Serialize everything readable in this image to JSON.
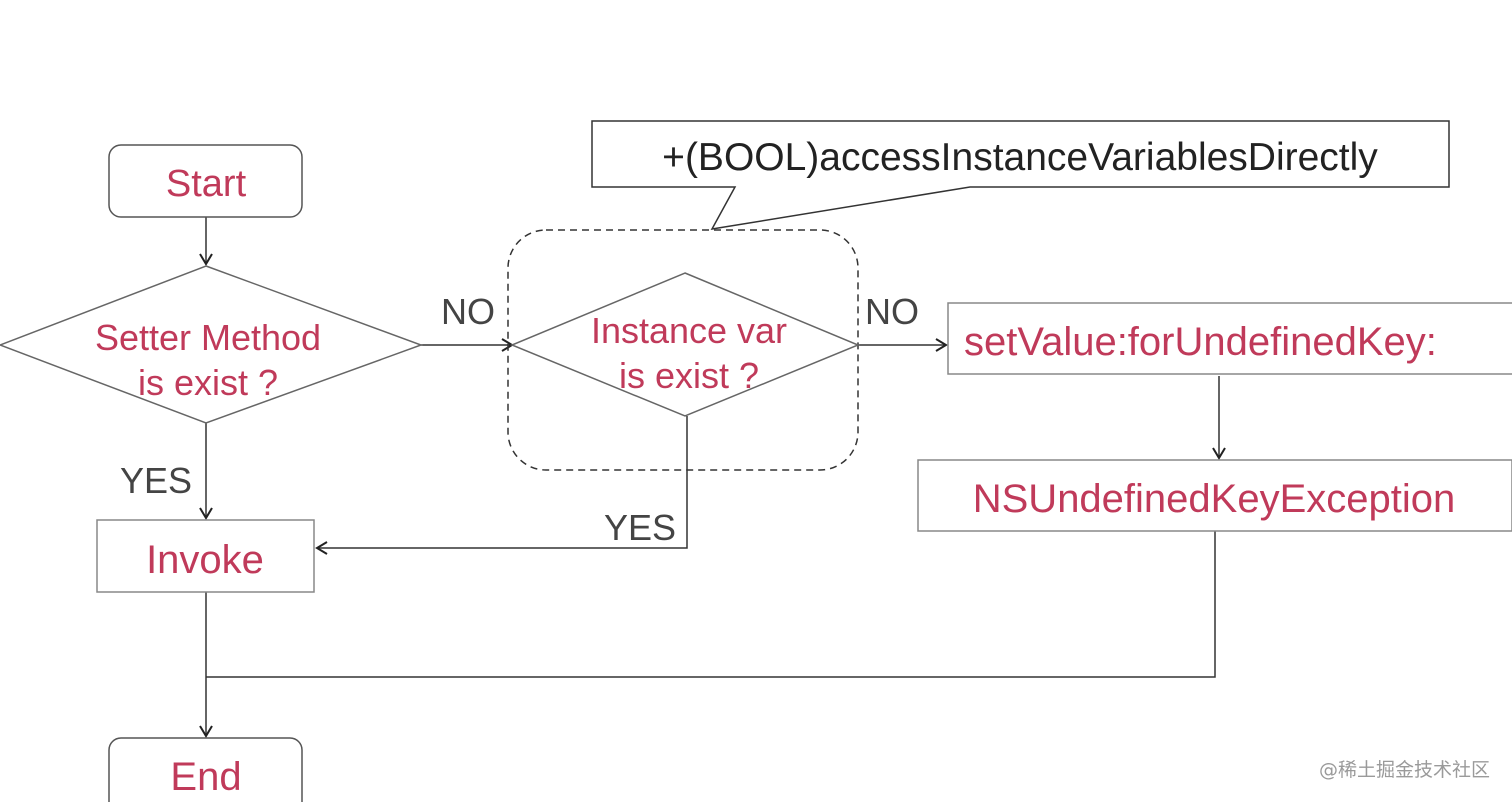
{
  "nodes": {
    "start": "Start",
    "decision_setter": [
      "Setter Method",
      "is exist ?"
    ],
    "decision_ivar": [
      "Instance var",
      "is exist ?"
    ],
    "invoke": "Invoke",
    "undefined_key": "setValue:forUndefinedKey:",
    "exception": "NSUndefinedKeyException",
    "end": "End"
  },
  "edge_labels": {
    "setter_no": "NO",
    "setter_yes": "YES",
    "ivar_no": "NO",
    "ivar_yes": "YES"
  },
  "callout": "+(BOOL)accessInstanceVariablesDirectly",
  "watermark": "@稀土掘金技术社区",
  "colors": {
    "node_text": "#c03a5a",
    "edge_label": "#444444",
    "line": "#333333",
    "box_border": "#888888"
  }
}
